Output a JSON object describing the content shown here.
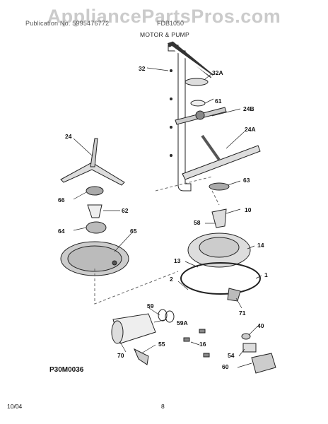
{
  "watermark": "AppliancePartsPros.com",
  "header": {
    "left_text": "Publication No. 5995476772",
    "right_text": "FDB1050",
    "section_title": "MOTOR & PUMP"
  },
  "diagram_code": "P30M0036",
  "footer": {
    "date": "10/04",
    "page": "8"
  },
  "callouts": {
    "c32": "32",
    "c32a": "32A",
    "c61": "61",
    "c24b": "24B",
    "c24a": "24A",
    "c24": "24",
    "c66": "66",
    "c62": "62",
    "c64": "64",
    "c65": "65",
    "c63": "63",
    "c10": "10",
    "c58": "58",
    "c14": "14",
    "c13": "13",
    "c1": "1",
    "c2": "2",
    "c71": "71",
    "c59": "59",
    "c59a": "59A",
    "c40": "40",
    "c70": "70",
    "c55": "55",
    "c16": "16",
    "c54": "54",
    "c60": "60"
  }
}
